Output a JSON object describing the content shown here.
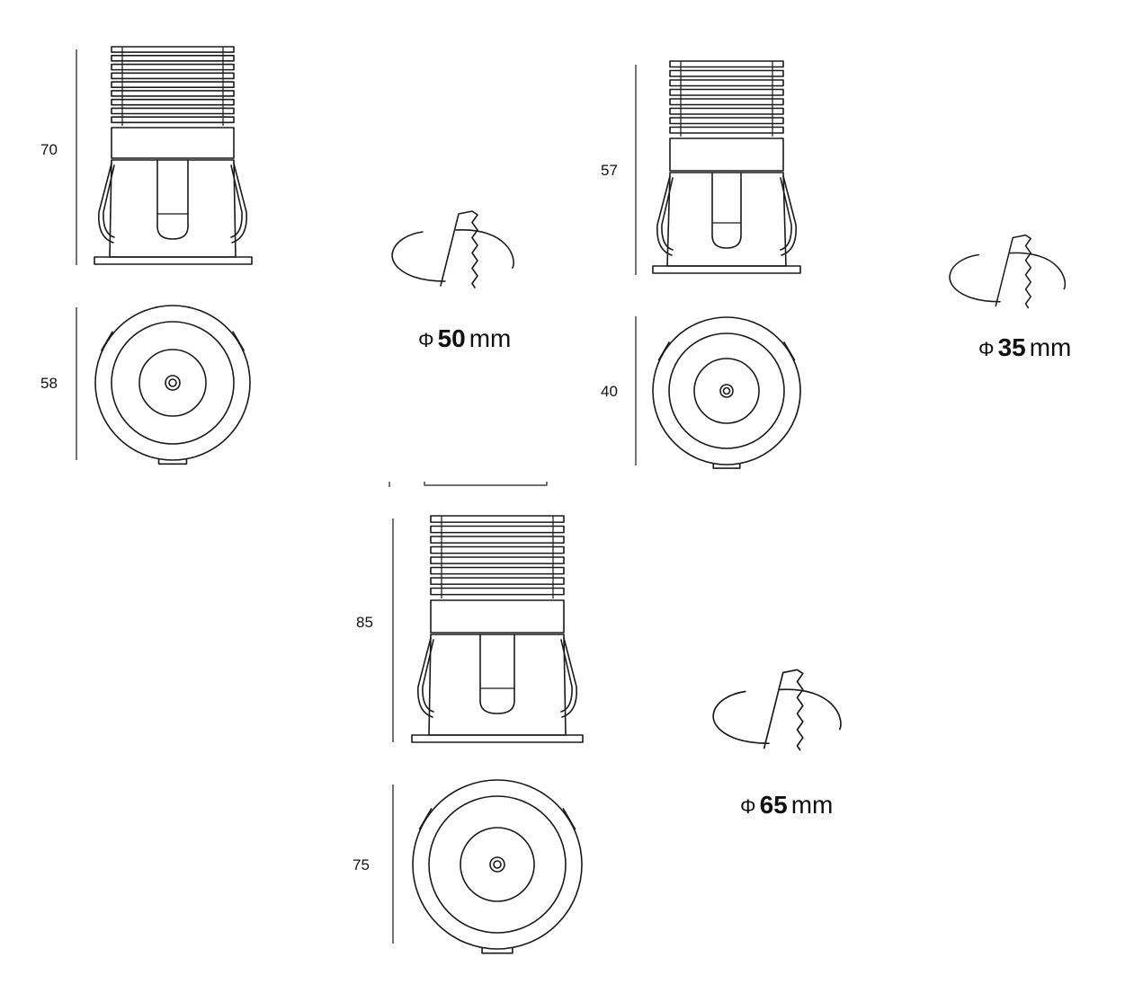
{
  "products": [
    {
      "id": "small",
      "height": "70",
      "diameter": "58",
      "cutout_symbol": "Φ",
      "cutout_value": "50",
      "cutout_unit": "mm"
    },
    {
      "id": "mini",
      "height": "57",
      "diameter": "40",
      "cutout_symbol": "Φ",
      "cutout_value": "35",
      "cutout_unit": "mm"
    },
    {
      "id": "large",
      "height": "85",
      "diameter": "75",
      "cutout_symbol": "Φ",
      "cutout_value": "65",
      "cutout_unit": "mm"
    }
  ],
  "icons": [
    "side-view-drawing",
    "front-view-drawing",
    "ceiling-cutout-icon"
  ]
}
